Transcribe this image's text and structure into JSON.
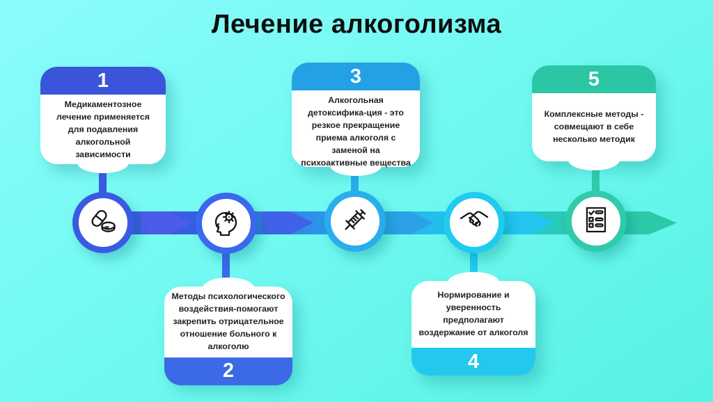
{
  "title": "Лечение алкоголизма",
  "steps": [
    {
      "number": "1",
      "position": "top",
      "text": "Медикаментозное лечение применяется для подавления алкогольной зависимости",
      "icon": "pills-icon",
      "accent": "#3a55da",
      "ring": "#3b5ae2"
    },
    {
      "number": "2",
      "position": "bottom",
      "text": "Методы психологического воздействия-помогают закрепить отрицательное отношение больного к алкоголю",
      "icon": "head-gears-icon",
      "accent": "#3c6ae6",
      "ring": "#3a68ee"
    },
    {
      "number": "3",
      "position": "top",
      "text": "Алкогольная детоксифика-ция - это резкое прекращение приема алкоголя с заменой на психоактивные вещества",
      "icon": "syringe-icon",
      "accent": "#24a0e5",
      "ring": "#28aeec"
    },
    {
      "number": "4",
      "position": "bottom",
      "text": "Нормирование и уверенность предполагают воздержание от алкоголя",
      "icon": "handshake-icon",
      "accent": "#22c8ee",
      "ring": "#20caf0"
    },
    {
      "number": "5",
      "position": "top",
      "text": "Комплексные методы - совмещают в себе несколько методик",
      "icon": "checklist-icon",
      "accent": "#2bc7a5",
      "ring": "#2fcbab"
    }
  ],
  "palette": {
    "background_top": "#8bfcfb",
    "background_bottom": "#57f2e3",
    "title_color": "#0e0e0e",
    "text_color": "#222222",
    "timeline_gradient": [
      "#3b57de",
      "#3560e2",
      "#29a7e9",
      "#20c8f0",
      "#2cc9a9"
    ],
    "arrow_colors": [
      "#4a5ce8",
      "#3f62e8",
      "#2ba2e8",
      "#22c6ee"
    ]
  }
}
